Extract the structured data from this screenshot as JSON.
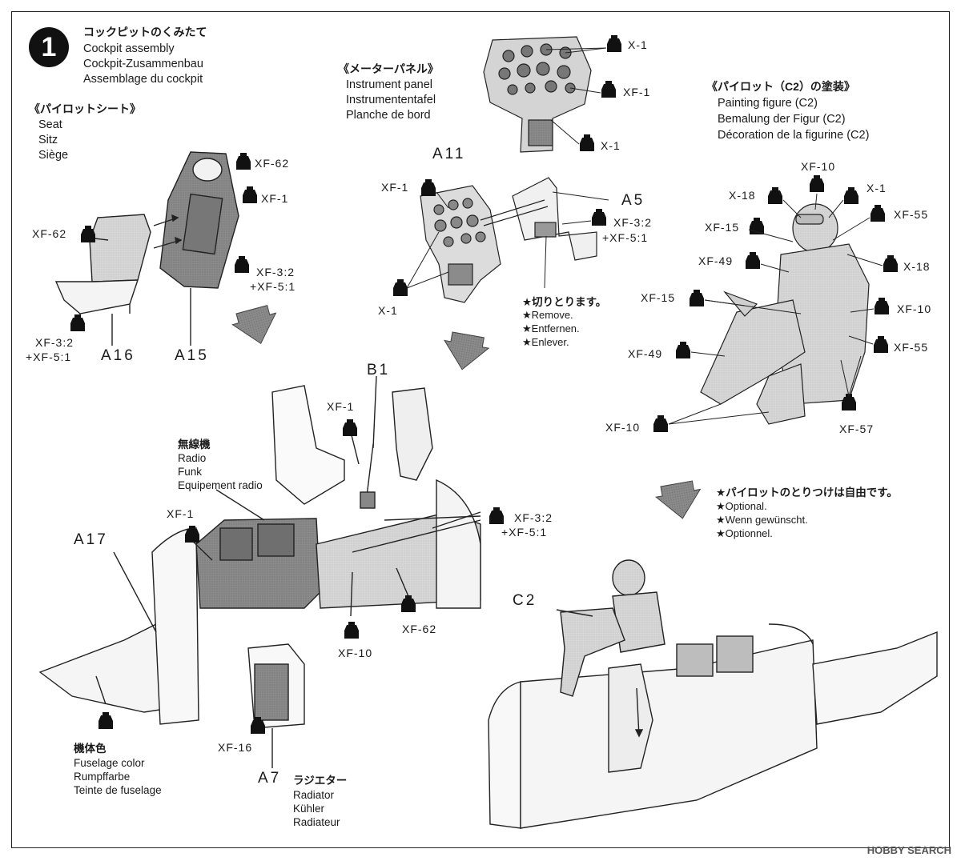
{
  "step": {
    "number": "1",
    "title_jp": "コックピットのくみたて",
    "title_en": "Cockpit assembly",
    "title_de": "Cockpit-Zusammenbau",
    "title_fr": "Assemblage du cockpit"
  },
  "seat": {
    "heading": "《パイロットシート》",
    "en": "Seat",
    "de": "Sitz",
    "fr": "Siège",
    "paint_back": "XF-62",
    "paint_front": "XF-1",
    "paint_cushion": "XF-62",
    "paint_mix_a": "XF-3:2",
    "paint_mix_b": "+XF-5:1",
    "paint_mix_c": "XF-3:2",
    "paint_mix_d": "+XF-5:1",
    "part_a": "A16",
    "part_b": "A15"
  },
  "panel": {
    "heading": "《メーターパネル》",
    "en": "Instrument panel",
    "de": "Instrumententafel",
    "fr": "Planche de bord",
    "paint_x1_top": "X-1",
    "paint_xf1": "XF-1",
    "paint_x1_low": "X-1",
    "part_a11": "A11",
    "paint_xf1_b": "XF-1",
    "part_a5": "A5",
    "paint_mix_a": "XF-3:2",
    "paint_mix_b": "+XF-5:1",
    "paint_x1_c": "X-1",
    "remove_jp": "★切りとります。",
    "remove_en": "★Remove.",
    "remove_de": "★Entfernen.",
    "remove_fr": "★Enlever."
  },
  "pilot": {
    "heading": "《パイロット（C2）の塗装》",
    "en": "Painting figure (C2)",
    "de": "Bemalung der Figur (C2)",
    "fr": "Décoration de la figurine (C2)",
    "p_xf10_top": "XF-10",
    "p_x18_l": "X-18",
    "p_x1": "X-1",
    "p_xf15_a": "XF-15",
    "p_xf55_a": "XF-55",
    "p_xf49_a": "XF-49",
    "p_x18_r": "X-18",
    "p_xf15_b": "XF-15",
    "p_xf10_r": "XF-10",
    "p_xf49_b": "XF-49",
    "p_xf55_b": "XF-55",
    "p_xf10_b": "XF-10",
    "p_xf57": "XF-57"
  },
  "assembly": {
    "part_b1": "B1",
    "paint_xf1_stick": "XF-1",
    "radio_jp": "無線機",
    "radio_en": "Radio",
    "radio_de": "Funk",
    "radio_fr": "Equipement radio",
    "paint_xf1_radio": "XF-1",
    "part_a17": "A17",
    "paint_mix_a": "XF-3:2",
    "paint_mix_b": "+XF-5:1",
    "paint_xf62": "XF-62",
    "paint_xf10": "XF-10",
    "paint_xf16": "XF-16",
    "part_a7": "A7",
    "radiator_jp": "ラジエター",
    "radiator_en": "Radiator",
    "radiator_de": "Kühler",
    "radiator_fr": "Radiateur",
    "fuselage_jp": "機体色",
    "fuselage_en": "Fuselage color",
    "fuselage_de": "Rumpffarbe",
    "fuselage_fr": "Teinte de fuselage"
  },
  "optional": {
    "jp": "★パイロットのとりつけは自由です。",
    "en": "★Optional.",
    "de": "★Wenn gewünscht.",
    "fr": "★Optionnel.",
    "part_c2": "C2"
  },
  "watermark": "HOBBY SEARCH"
}
